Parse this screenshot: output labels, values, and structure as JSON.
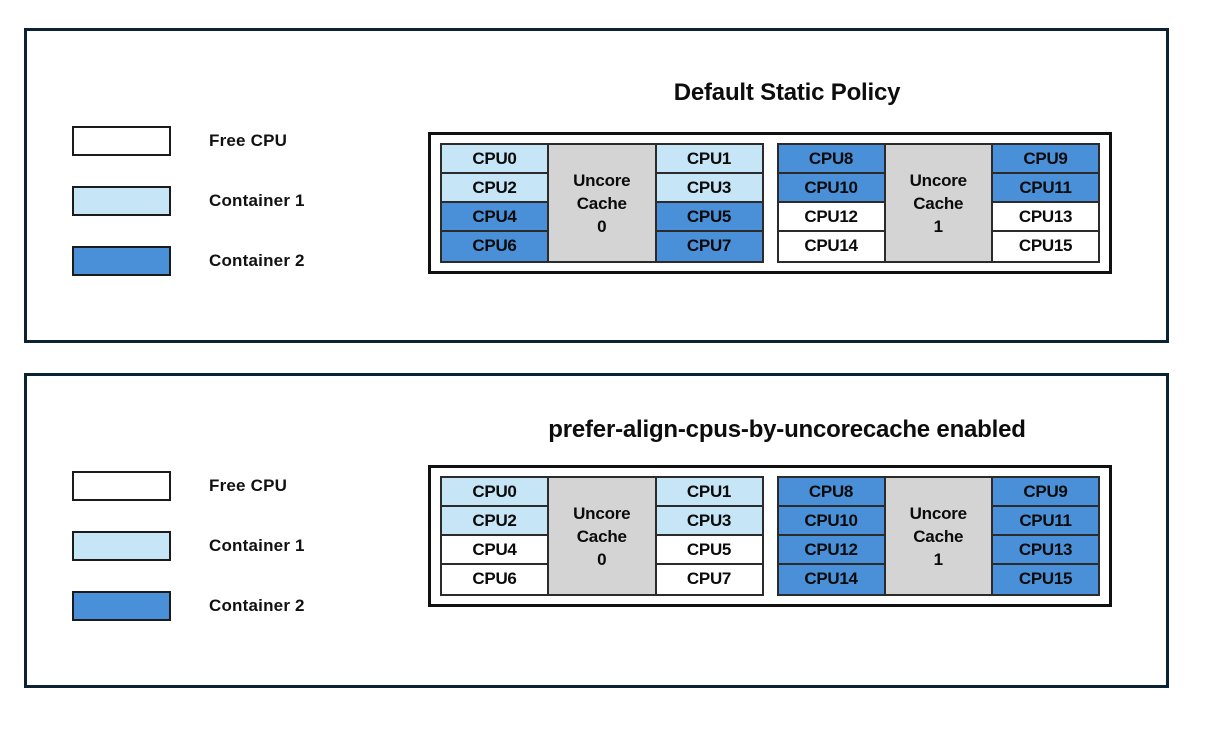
{
  "colors": {
    "free_cpu": "#ffffff",
    "container_1": "#c6e6f7",
    "container_2": "#4a90d9",
    "uncore_cache": "#d4d4d4",
    "panel_border": "#0a2232",
    "cell_border": "#2b2b2b",
    "text": "#0b0b0b"
  },
  "panels": [
    {
      "title": "Default Static Policy",
      "legend": [
        {
          "label": "Free CPU",
          "swatch": "#ffffff"
        },
        {
          "label": "Container 1",
          "swatch": "#c6e6f7"
        },
        {
          "label": "Container 2",
          "swatch": "#4a90d9"
        }
      ],
      "sockets": [
        {
          "cache_label_line1": "Uncore",
          "cache_label_line2": "Cache",
          "cache_label_line3": "0",
          "left_cpus": [
            {
              "label": "CPU0",
              "owner": "Container 1",
              "fill": "#c6e6f7"
            },
            {
              "label": "CPU2",
              "owner": "Container 1",
              "fill": "#c6e6f7"
            },
            {
              "label": "CPU4",
              "owner": "Container 2",
              "fill": "#4a90d9"
            },
            {
              "label": "CPU6",
              "owner": "Container 2",
              "fill": "#4a90d9"
            }
          ],
          "right_cpus": [
            {
              "label": "CPU1",
              "owner": "Container 1",
              "fill": "#c6e6f7"
            },
            {
              "label": "CPU3",
              "owner": "Container 1",
              "fill": "#c6e6f7"
            },
            {
              "label": "CPU5",
              "owner": "Container 2",
              "fill": "#4a90d9"
            },
            {
              "label": "CPU7",
              "owner": "Container 2",
              "fill": "#4a90d9"
            }
          ]
        },
        {
          "cache_label_line1": "Uncore",
          "cache_label_line2": "Cache",
          "cache_label_line3": "1",
          "left_cpus": [
            {
              "label": "CPU8",
              "owner": "Container 2",
              "fill": "#4a90d9"
            },
            {
              "label": "CPU10",
              "owner": "Container 2",
              "fill": "#4a90d9"
            },
            {
              "label": "CPU12",
              "owner": "Free CPU",
              "fill": "#ffffff"
            },
            {
              "label": "CPU14",
              "owner": "Free CPU",
              "fill": "#ffffff"
            }
          ],
          "right_cpus": [
            {
              "label": "CPU9",
              "owner": "Container 2",
              "fill": "#4a90d9"
            },
            {
              "label": "CPU11",
              "owner": "Container 2",
              "fill": "#4a90d9"
            },
            {
              "label": "CPU13",
              "owner": "Free CPU",
              "fill": "#ffffff"
            },
            {
              "label": "CPU15",
              "owner": "Free CPU",
              "fill": "#ffffff"
            }
          ]
        }
      ]
    },
    {
      "title": "prefer-align-cpus-by-uncorecache enabled",
      "legend": [
        {
          "label": "Free CPU",
          "swatch": "#ffffff"
        },
        {
          "label": "Container 1",
          "swatch": "#c6e6f7"
        },
        {
          "label": "Container 2",
          "swatch": "#4a90d9"
        }
      ],
      "sockets": [
        {
          "cache_label_line1": "Uncore",
          "cache_label_line2": "Cache",
          "cache_label_line3": "0",
          "left_cpus": [
            {
              "label": "CPU0",
              "owner": "Container 1",
              "fill": "#c6e6f7"
            },
            {
              "label": "CPU2",
              "owner": "Container 1",
              "fill": "#c6e6f7"
            },
            {
              "label": "CPU4",
              "owner": "Free CPU",
              "fill": "#ffffff"
            },
            {
              "label": "CPU6",
              "owner": "Free CPU",
              "fill": "#ffffff"
            }
          ],
          "right_cpus": [
            {
              "label": "CPU1",
              "owner": "Container 1",
              "fill": "#c6e6f7"
            },
            {
              "label": "CPU3",
              "owner": "Container 1",
              "fill": "#c6e6f7"
            },
            {
              "label": "CPU5",
              "owner": "Free CPU",
              "fill": "#ffffff"
            },
            {
              "label": "CPU7",
              "owner": "Free CPU",
              "fill": "#ffffff"
            }
          ]
        },
        {
          "cache_label_line1": "Uncore",
          "cache_label_line2": "Cache",
          "cache_label_line3": "1",
          "left_cpus": [
            {
              "label": "CPU8",
              "owner": "Container 2",
              "fill": "#4a90d9"
            },
            {
              "label": "CPU10",
              "owner": "Container 2",
              "fill": "#4a90d9"
            },
            {
              "label": "CPU12",
              "owner": "Container 2",
              "fill": "#4a90d9"
            },
            {
              "label": "CPU14",
              "owner": "Container 2",
              "fill": "#4a90d9"
            }
          ],
          "right_cpus": [
            {
              "label": "CPU9",
              "owner": "Container 2",
              "fill": "#4a90d9"
            },
            {
              "label": "CPU11",
              "owner": "Container 2",
              "fill": "#4a90d9"
            },
            {
              "label": "CPU13",
              "owner": "Container 2",
              "fill": "#4a90d9"
            },
            {
              "label": "CPU15",
              "owner": "Container 2",
              "fill": "#4a90d9"
            }
          ]
        }
      ]
    }
  ]
}
